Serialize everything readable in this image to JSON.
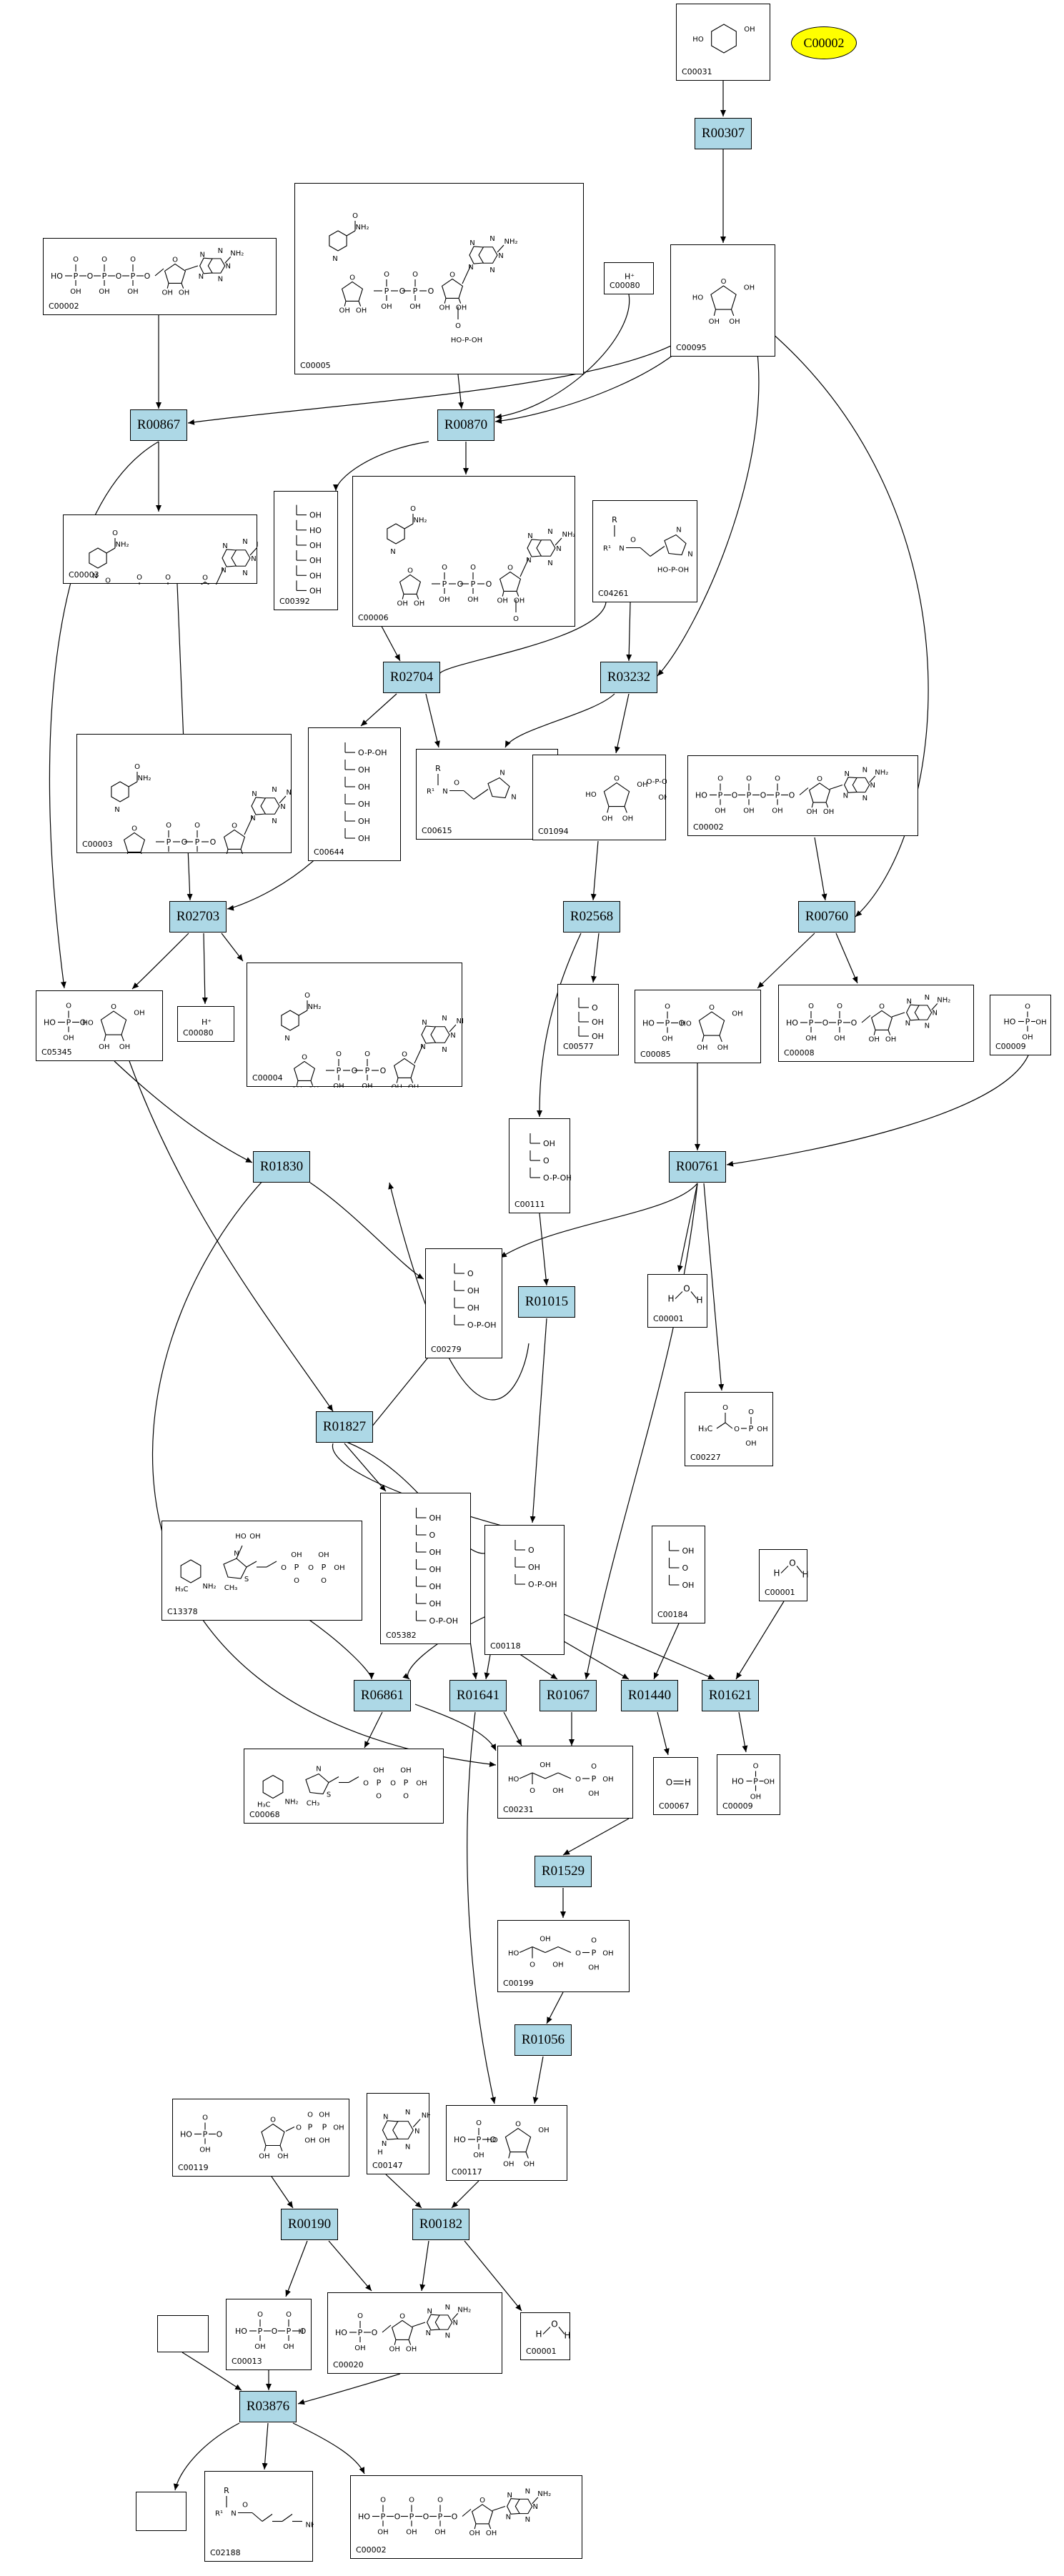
{
  "highlight": {
    "label": "C00002",
    "fill": "#ffff00"
  },
  "colors": {
    "reaction_fill": "#add8e6",
    "stroke": "#000000",
    "background": "#ffffff"
  },
  "reactions": [
    "R00307",
    "R00867",
    "R00870",
    "R02704",
    "R03232",
    "R02703",
    "R02568",
    "R00760",
    "R01830",
    "R00761",
    "R01015",
    "R01827",
    "R06861",
    "R01641",
    "R01067",
    "R01440",
    "R01621",
    "R01529",
    "R01056",
    "R00190",
    "R00182",
    "R03876"
  ],
  "compounds": [
    {
      "id": "C00031",
      "structure": "glucose-pyranose"
    },
    {
      "id": "C00002",
      "structure": "ATP"
    },
    {
      "id": "C00005",
      "structure": "NADPH"
    },
    {
      "id": "C00080",
      "structure": "proton",
      "label": "H⁺"
    },
    {
      "id": "C00095",
      "structure": "fructose"
    },
    {
      "id": "C00003",
      "structure": "NAD+"
    },
    {
      "id": "C00392",
      "structure": "mannitol"
    },
    {
      "id": "C00006",
      "structure": "NADP+"
    },
    {
      "id": "C04261",
      "structure": "histidine-peptide"
    },
    {
      "id": "C00003",
      "structure": "NAD+"
    },
    {
      "id": "C00644",
      "structure": "mannitol-1-phosphate"
    },
    {
      "id": "C00615",
      "structure": "histidine-protein"
    },
    {
      "id": "C01094",
      "structure": "fructose-1-phosphate"
    },
    {
      "id": "C00002",
      "structure": "ATP"
    },
    {
      "id": "C05345",
      "structure": "fructose-6-phosphate"
    },
    {
      "id": "C00080",
      "structure": "proton",
      "label": "H⁺"
    },
    {
      "id": "C00004",
      "structure": "NADH"
    },
    {
      "id": "C00577",
      "structure": "glyceraldehyde"
    },
    {
      "id": "C00085",
      "structure": "fructose-6-phosphate"
    },
    {
      "id": "C00008",
      "structure": "ADP"
    },
    {
      "id": "C00009",
      "structure": "phosphate"
    },
    {
      "id": "C00111",
      "structure": "dihydroxyacetone-phosphate"
    },
    {
      "id": "C00001",
      "structure": "water"
    },
    {
      "id": "C00279",
      "structure": "erythrose-4-phosphate"
    },
    {
      "id": "C00227",
      "structure": "acetyl-phosphate"
    },
    {
      "id": "C13378",
      "structure": "thiamine-diphosphate-adduct"
    },
    {
      "id": "C05382",
      "structure": "sedoheptulose-7-phosphate"
    },
    {
      "id": "C00118",
      "structure": "glyceraldehyde-3-phosphate"
    },
    {
      "id": "C00184",
      "structure": "dihydroxyacetone"
    },
    {
      "id": "C00001",
      "structure": "water"
    },
    {
      "id": "C00068",
      "structure": "thiamine-diphosphate"
    },
    {
      "id": "C00231",
      "structure": "xylulose-5-phosphate"
    },
    {
      "id": "C00067",
      "structure": "formaldehyde"
    },
    {
      "id": "C00009",
      "structure": "phosphate"
    },
    {
      "id": "C00199",
      "structure": "ribulose-5-phosphate"
    },
    {
      "id": "C00119",
      "structure": "PRPP"
    },
    {
      "id": "C00147",
      "structure": "adenine"
    },
    {
      "id": "C00117",
      "structure": "ribose-5-phosphate"
    },
    {
      "id": "C00013",
      "structure": "diphosphate"
    },
    {
      "id": "C00020",
      "structure": "AMP"
    },
    {
      "id": "C00001",
      "structure": "water"
    },
    {
      "id": "",
      "structure": "empty"
    },
    {
      "id": "",
      "structure": "empty"
    },
    {
      "id": "C02188",
      "structure": "lysine-protein"
    },
    {
      "id": "C00002",
      "structure": "ATP"
    }
  ]
}
